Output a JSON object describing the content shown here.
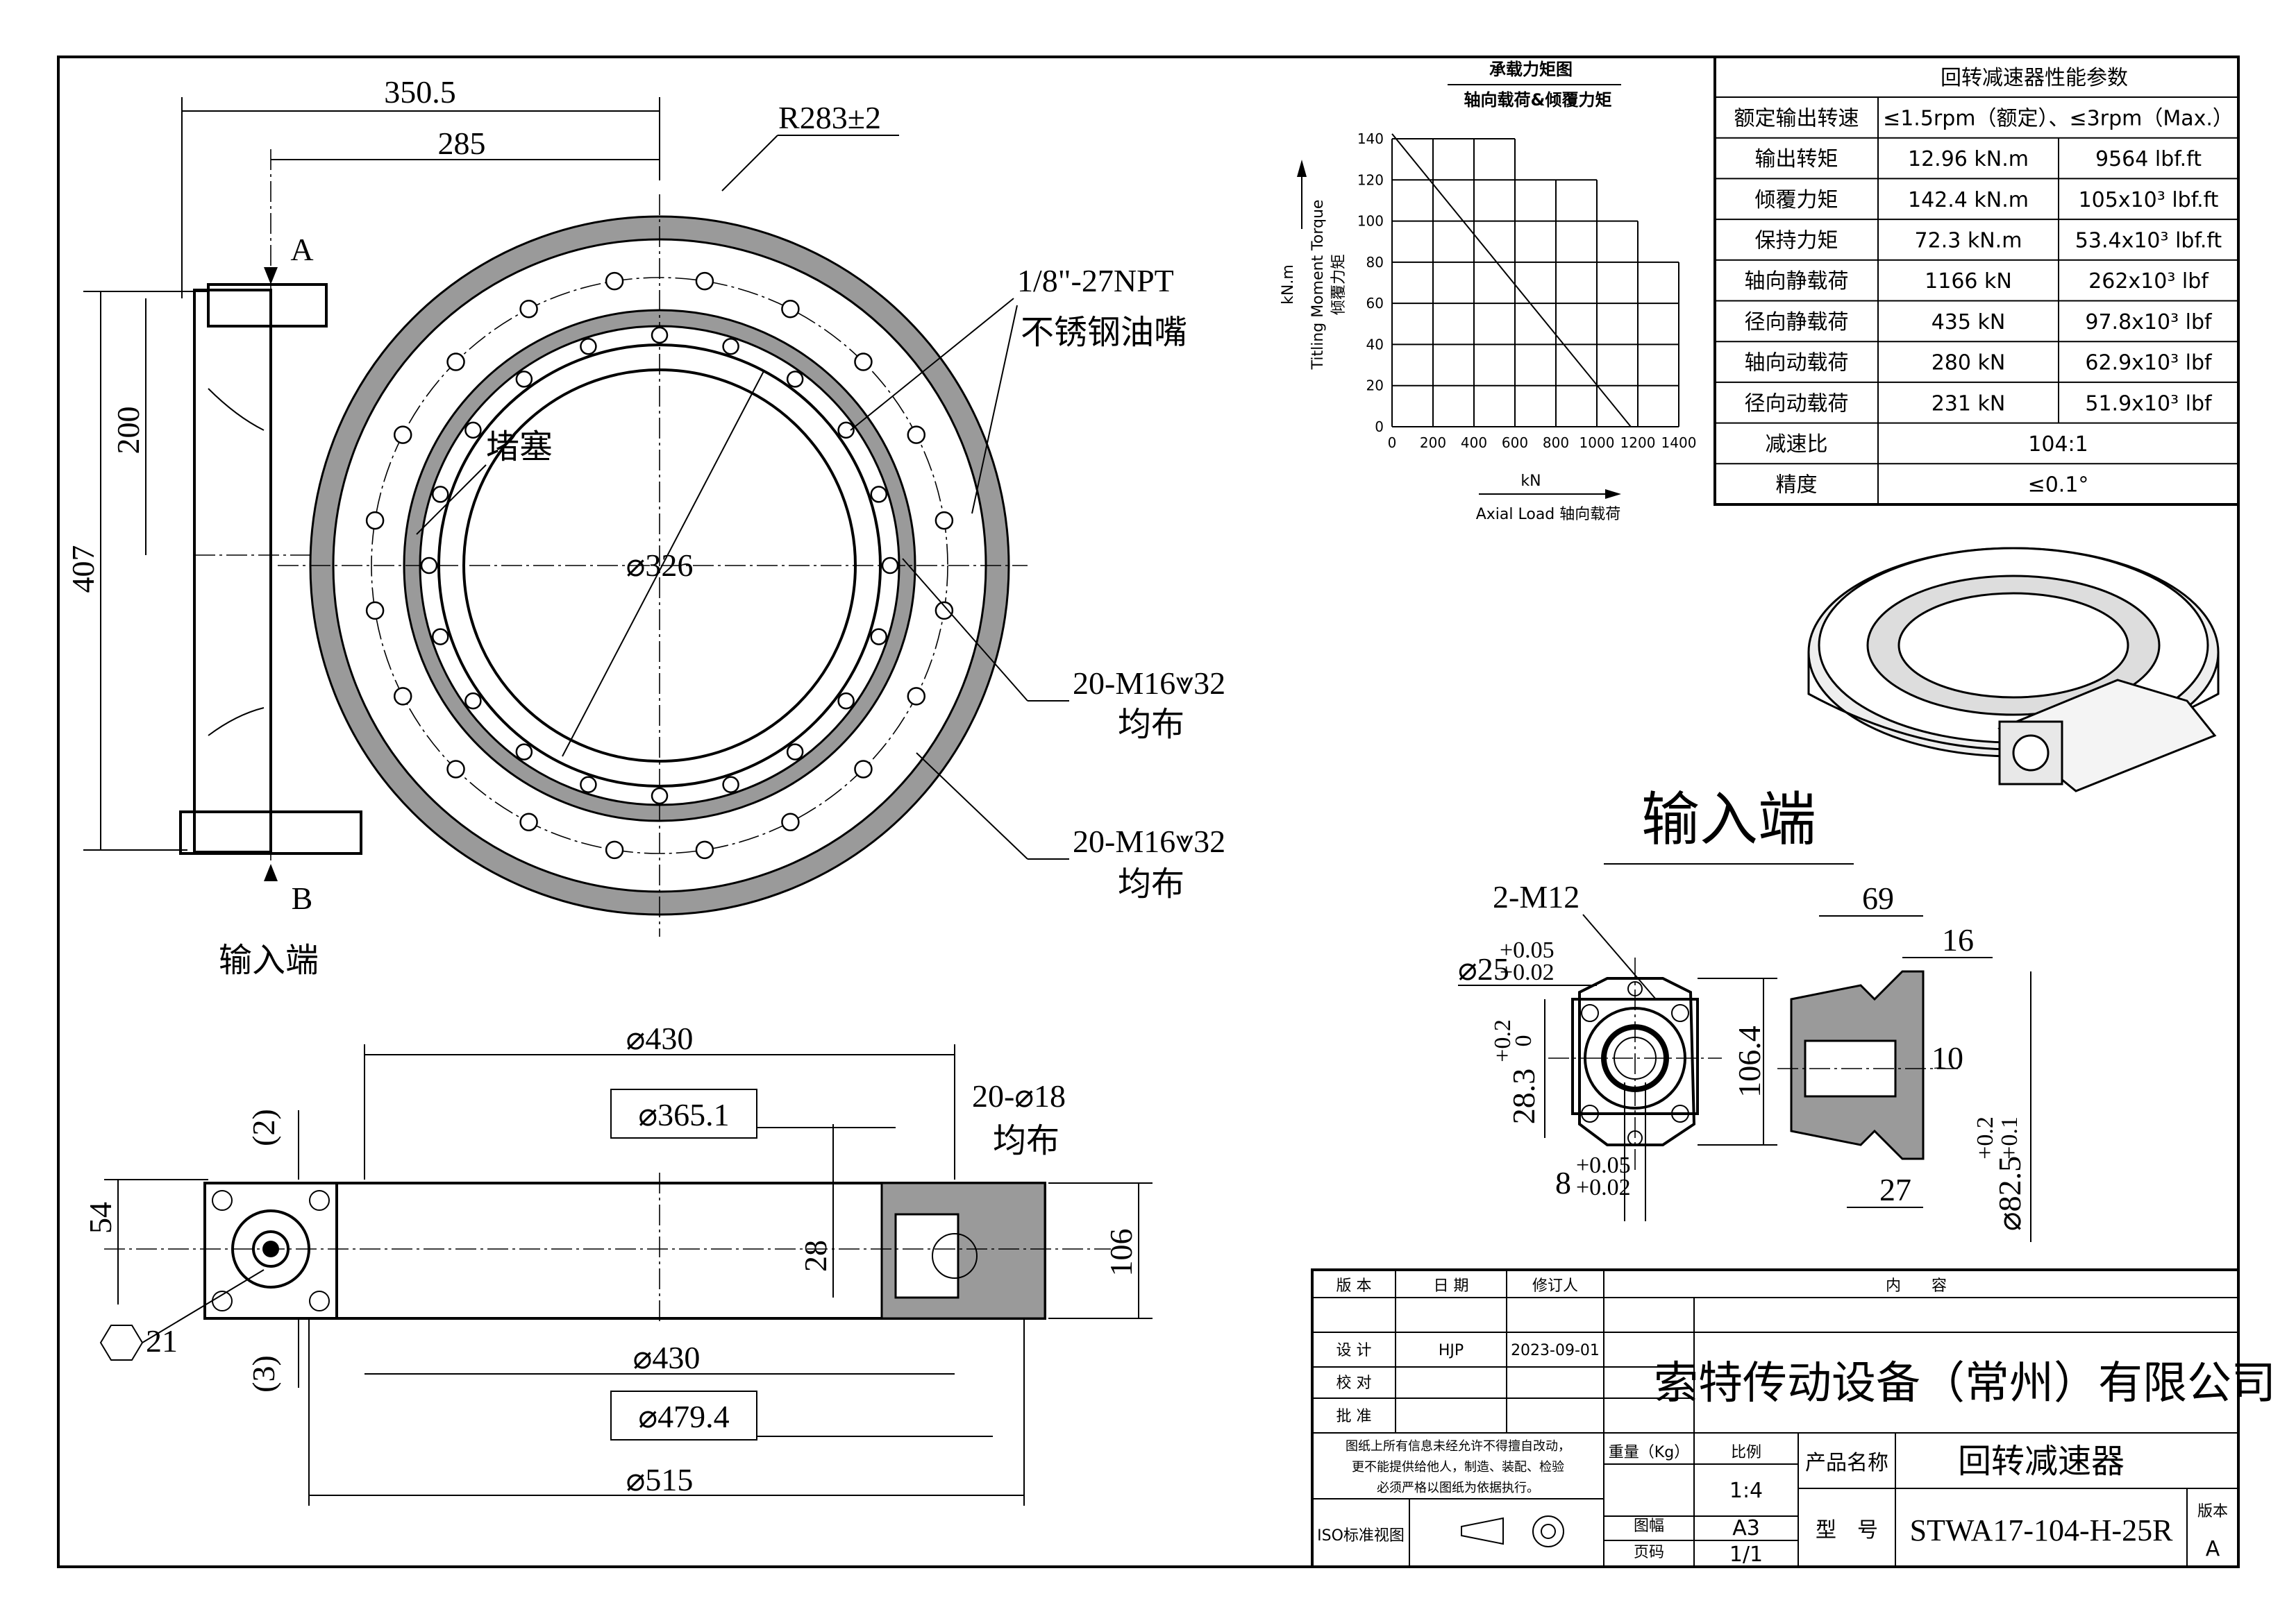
{
  "plan_view": {
    "dim_350": "350.5",
    "dim_285": "285",
    "dim_200": "200",
    "dim_407": "407",
    "radius": "R283±2",
    "section_a": "A",
    "section_b": "B",
    "bore": "⌀326",
    "grease_fitting_size": "1/8\"-27NPT",
    "grease_fitting_label": "不锈钢油嘴",
    "plug_label": "堵塞",
    "holes_outer": "20-M16⩔32",
    "holes_outer_note": "均布",
    "holes_inner": "20-M16⩔32",
    "holes_inner_note": "均布",
    "input_label": "输入端"
  },
  "side_view": {
    "dia_430_top": "⌀430",
    "dia_365": "⌀365.1",
    "holes": "20-⌀18",
    "holes_note": "均布",
    "dim_2": "(2)",
    "dim_54": "54",
    "dim_3": "(3)",
    "hex": "21",
    "dim_28": "28",
    "dim_106": "106",
    "dia_430_bottom": "⌀430",
    "dia_479": "⌀479.4",
    "dia_515": "⌀515"
  },
  "input_end": {
    "title": "输入端",
    "tap": "2-M12",
    "shaft_dia": "⌀25",
    "shaft_tol_upper": "+0.05",
    "shaft_tol_lower": "+0.02",
    "dim_28_3": "28.3",
    "dim_28_3_tol_upper": "+0.2",
    "dim_28_3_tol_lower": "0",
    "dim_106_4": "106.4",
    "key": "8",
    "key_tol_upper": "+0.05",
    "key_tol_lower": "+0.02",
    "dim_69": "69",
    "dim_16": "16",
    "dim_10": "10",
    "dim_27": "27",
    "pilot_dia": "⌀82.5",
    "pilot_tol_upper": "+0.2",
    "pilot_tol_lower": "+0.1"
  },
  "load_chart": {
    "title_line1": "承载力矩图",
    "title_line2": "轴向载荷&倾覆力矩",
    "ylabel_unit": "kN.m",
    "ylabel_en": "Titling Moment Torque",
    "ylabel_cn": "倾覆力矩",
    "xlabel_unit": "kN",
    "xlabel": "Axial Load 轴向载荷",
    "chart_data": {
      "type": "line",
      "x": [
        0,
        1166
      ],
      "y": [
        142.4,
        0
      ],
      "x_ticks": [
        "0",
        "200",
        "400",
        "600",
        "800",
        "1000",
        "1200",
        "1400"
      ],
      "y_ticks": [
        "0",
        "20",
        "40",
        "60",
        "80",
        "100",
        "120",
        "140"
      ],
      "xlim": [
        0,
        1400
      ],
      "ylim": [
        0,
        140
      ],
      "grid": "stepped",
      "grid_steps": [
        {
          "x_end": 200,
          "y_top": 140
        },
        {
          "x_end": 400,
          "y_top": 140
        },
        {
          "x_end": 600,
          "y_top": 140
        },
        {
          "x_end": 800,
          "y_top": 120
        },
        {
          "x_end": 1000,
          "y_top": 120
        },
        {
          "x_end": 1200,
          "y_top": 100
        },
        {
          "x_end": 1400,
          "y_top": 80
        }
      ]
    }
  },
  "spec_table": {
    "title": "回转减速器性能参数",
    "rows": [
      {
        "label": "额定输出转速",
        "value": "≤1.5rpm（额定）、≤3rpm（Max.）"
      },
      {
        "label": "输出转矩",
        "metric": "12.96 kN.m",
        "imperial": "9564 lbf.ft"
      },
      {
        "label": "倾覆力矩",
        "metric": "142.4 kN.m",
        "imperial": "105x10³ lbf.ft"
      },
      {
        "label": "保持力矩",
        "metric": "72.3 kN.m",
        "imperial": "53.4x10³ lbf.ft"
      },
      {
        "label": "轴向静载荷",
        "metric": "1166 kN",
        "imperial": "262x10³ lbf"
      },
      {
        "label": "径向静载荷",
        "metric": "435 kN",
        "imperial": "97.8x10³ lbf"
      },
      {
        "label": "轴向动载荷",
        "metric": "280 kN",
        "imperial": "62.9x10³ lbf"
      },
      {
        "label": "径向动载荷",
        "metric": "231 kN",
        "imperial": "51.9x10³ lbf"
      },
      {
        "label": "减速比",
        "value": "104:1"
      },
      {
        "label": "精度",
        "value": "≤0.1°"
      }
    ]
  },
  "title_block": {
    "h_version": "版 本",
    "h_date": "日 期",
    "h_reviser": "修订人",
    "h_content": "内　　容",
    "design": "设 计",
    "designer": "HJP",
    "design_date": "2023-09-01",
    "check": "校 对",
    "approve": "批 准",
    "company": "索特传动设备（常州）有限公司",
    "note_line1": "图纸上所有信息未经允许不得擅自改动，",
    "note_line2": "更不能提供给他人，制造、装配、检验",
    "note_line3": "必须严格以图纸为依据执行。",
    "weight_label": "重量（Kg）",
    "scale_label": "比例",
    "scale": "1:4",
    "product_label": "产品名称",
    "product": "回转减速器",
    "format_label": "图幅",
    "format": "A3",
    "page_label": "页码",
    "page": "1/1",
    "model_label": "型　号",
    "model": "STWA17-104-H-25R",
    "rev_label": "版本",
    "rev": "A",
    "iso_label": "ISO标准视图"
  },
  "colors": {
    "line": "#000000",
    "hatch": "#9a9a9a",
    "background": "#ffffff"
  }
}
